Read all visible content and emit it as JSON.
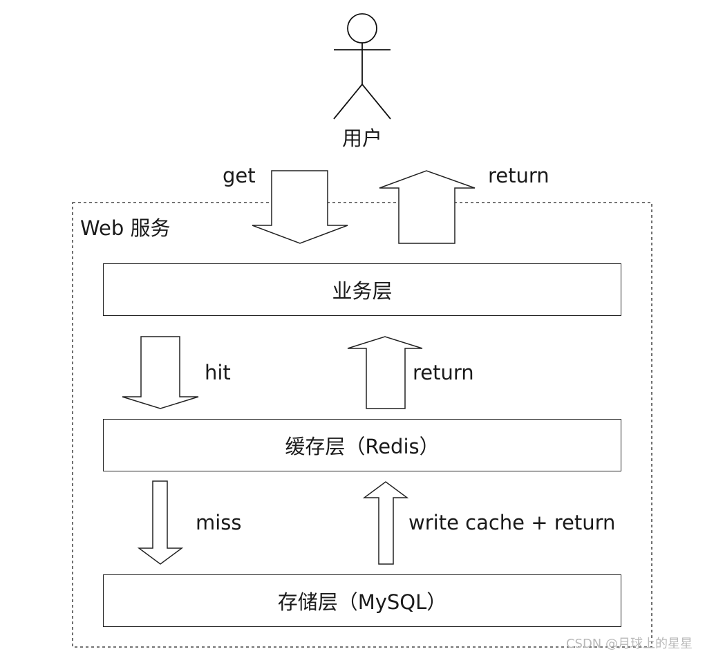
{
  "user": {
    "label": "用户"
  },
  "request": {
    "get_label": "get",
    "return_label": "return"
  },
  "container": {
    "label": "Web 服务"
  },
  "layers": {
    "business": "业务层",
    "cache": "缓存层（Redis）",
    "storage": "存储层（MySQL）"
  },
  "flows": {
    "hit": "hit",
    "return_from_cache": "return",
    "miss": "miss",
    "write_back": "write cache + return"
  },
  "watermark": "CSDN @月球上的星星"
}
